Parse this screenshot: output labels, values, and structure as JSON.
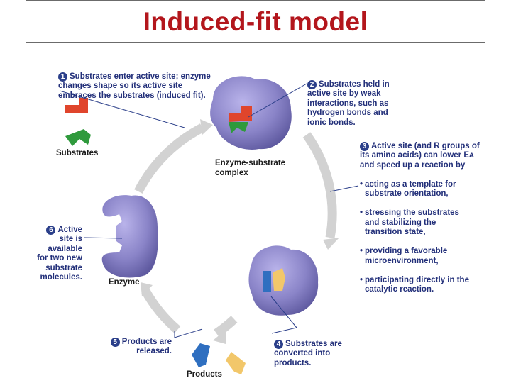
{
  "title": "Induced-fit model",
  "steps": {
    "step1": {
      "number": "1",
      "text": "Substrates enter active site; enzyme\nchanges shape so its active site\nembraces the substrates (induced fit)."
    },
    "step2": {
      "number": "2",
      "text": "Substrates held in\nactive site by weak\ninteractions, such as\nhydrogen bonds and\nionic bonds."
    },
    "step3": {
      "number": "3",
      "intro": "Active site (and R groups of\nits amino acids) can lower Eᴀ\nand speed up a reaction by",
      "bullets": [
        "acting as a template for\nsubstrate orientation,",
        "stressing the substrates\nand stabilizing the\ntransition state,",
        "providing a favorable\nmicroenvironment,",
        "participating directly in the\ncatalytic reaction."
      ]
    },
    "step4": {
      "number": "4",
      "text": "Substrates are\nconverted into\nproducts."
    },
    "step5": {
      "number": "5",
      "text": "Products are\nreleased."
    },
    "step6": {
      "number": "6",
      "text": "Active\nsite is\navailable\nfor two new\nsubstrate\nmolecules."
    }
  },
  "captions": {
    "substrates": "Substrates",
    "complex": "Enzyme-substrate\ncomplex",
    "enzyme": "Enzyme",
    "products": "Products"
  },
  "colors": {
    "title": "#b3161c",
    "label_text": "#23307a",
    "enzyme": "#8a84c8",
    "substrate_red": "#e0452c",
    "substrate_green": "#2f9a3c",
    "product_blue": "#2f6fc0",
    "product_yellow": "#f2c76a",
    "cycle_arrow": "#d0d0d0"
  }
}
